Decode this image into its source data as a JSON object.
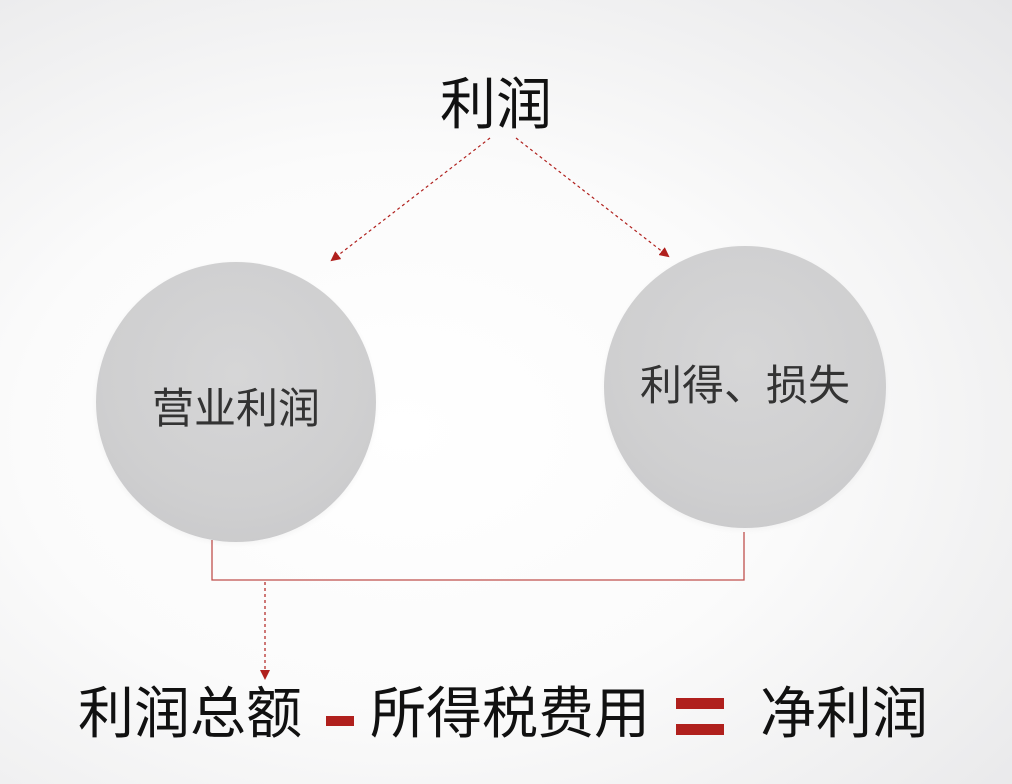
{
  "title": "利润",
  "nodes": {
    "operating_profit": "营业利润",
    "gains_losses": "利得、损失"
  },
  "equation": {
    "total_profit": "利润总额",
    "income_tax": "所得税费用",
    "net_profit": "净利润"
  },
  "colors": {
    "accent": "#b0201d",
    "circle": "#cfcfd0",
    "text": "#111111"
  }
}
